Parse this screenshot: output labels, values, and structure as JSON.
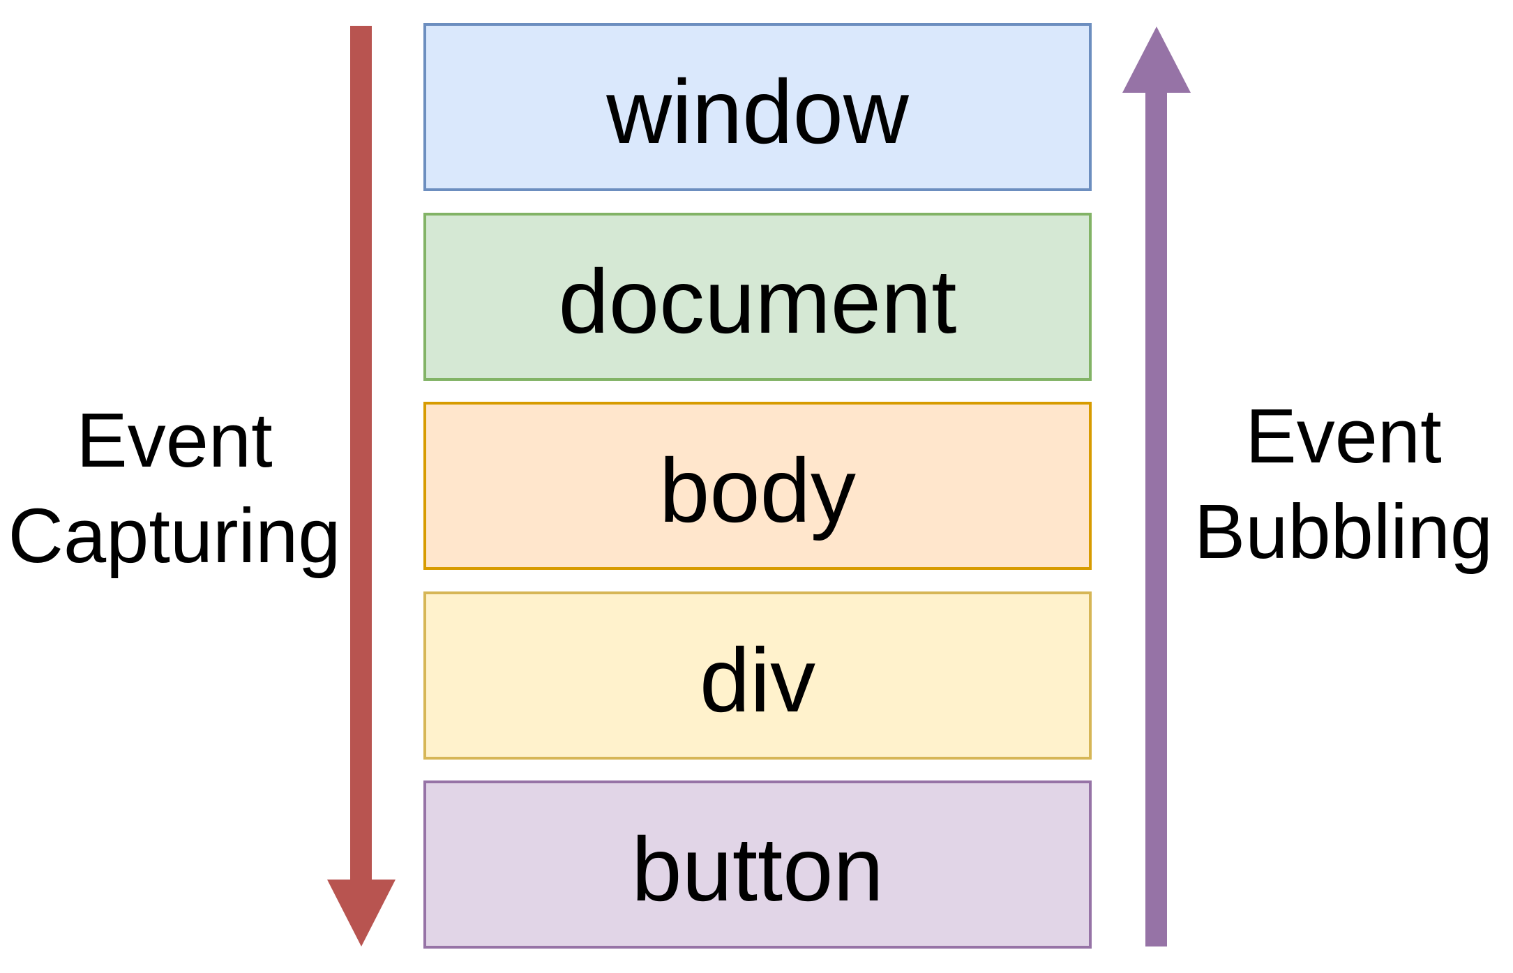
{
  "diagram": {
    "description": "DOM event propagation phases through the element hierarchy",
    "layers": [
      {
        "label": "window",
        "fill": "#dae8fc",
        "border": "#6c8ebf"
      },
      {
        "label": "document",
        "fill": "#d5e8d4",
        "border": "#82b366"
      },
      {
        "label": "body",
        "fill": "#ffe6cc",
        "border": "#d79b00"
      },
      {
        "label": "div",
        "fill": "#fff2cc",
        "border": "#d6b656"
      },
      {
        "label": "button",
        "fill": "#e1d5e7",
        "border": "#9673a6"
      }
    ],
    "left_annotation": {
      "lines": {
        "0": "Event",
        "1": "Capturing"
      },
      "arrow_color": "#b85450",
      "arrow_direction": "down"
    },
    "right_annotation": {
      "lines": {
        "0": "Event",
        "1": "Bubbling"
      },
      "arrow_color": "#9673a6",
      "arrow_direction": "up"
    },
    "background": "#ffffff",
    "text_color": "#000000"
  }
}
